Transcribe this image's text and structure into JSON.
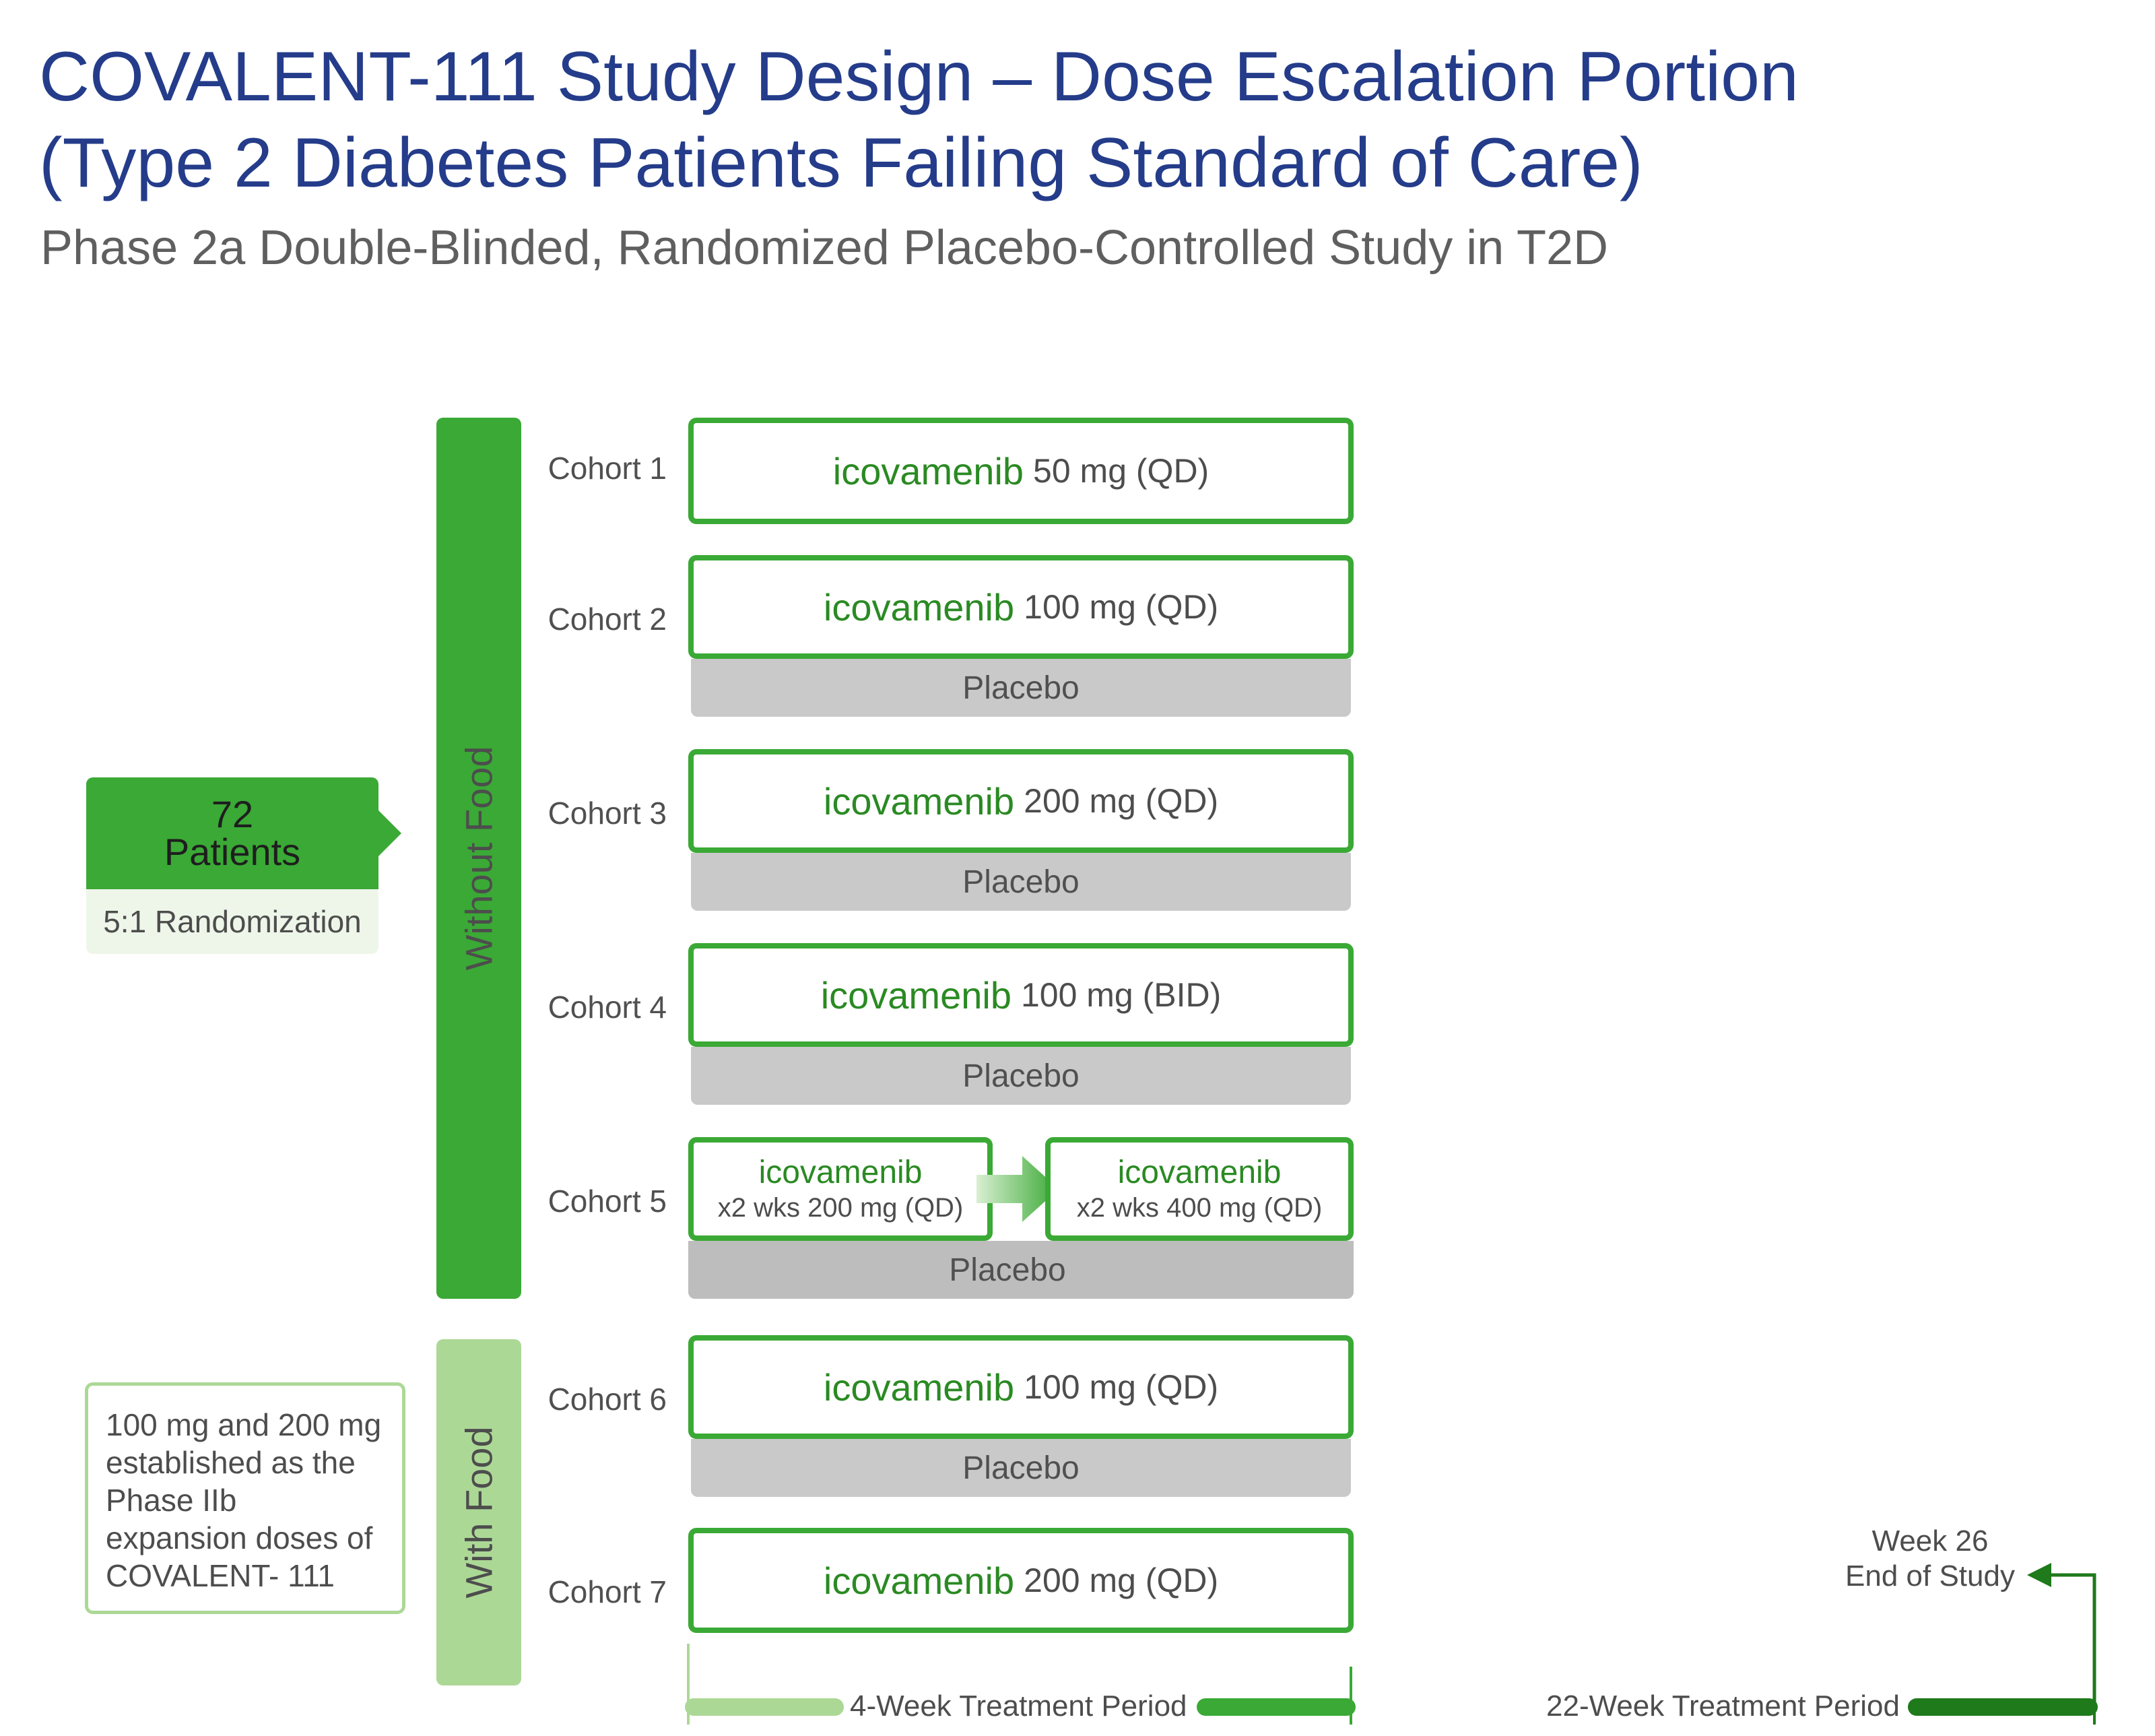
{
  "header": {
    "title_line1": "COVALENT-111 Study Design – Dose Escalation Portion",
    "title_line2": "(Type 2 Diabetes Patients Failing Standard of Care)",
    "subtitle": "Phase 2a Double-Blinded, Randomized Placebo-Controlled Study in T2D"
  },
  "enrollment": {
    "count": "72",
    "count_label": "Patients",
    "randomization": "5:1 Randomization"
  },
  "groups": {
    "without_food": "Without Food",
    "with_food": "With Food"
  },
  "cohorts": [
    {
      "label": "Cohort 1",
      "drug": "icovamenib",
      "dose": "50 mg (QD)",
      "placebo": ""
    },
    {
      "label": "Cohort 2",
      "drug": "icovamenib",
      "dose": "100 mg (QD)",
      "placebo": "Placebo"
    },
    {
      "label": "Cohort 3",
      "drug": "icovamenib",
      "dose": "200 mg (QD)",
      "placebo": "Placebo"
    },
    {
      "label": "Cohort 4",
      "drug": "icovamenib",
      "dose": "100 mg (BID)",
      "placebo": "Placebo"
    },
    {
      "label": "Cohort 5",
      "drug": "icovamenib",
      "dose": "x2 wks 200 mg (QD)",
      "drug_b": "icovamenib",
      "dose_b": "x2 wks 400 mg (QD)",
      "placebo": "Placebo"
    },
    {
      "label": "Cohort 6",
      "drug": "icovamenib",
      "dose": "100 mg (QD)",
      "placebo": "Placebo"
    },
    {
      "label": "Cohort 7",
      "drug": "icovamenib",
      "dose": "200 mg (QD)",
      "placebo": ""
    }
  ],
  "note": "100 mg and 200 mg established as the Phase IIb expansion doses of COVALENT- 111",
  "timeline": {
    "period1": "4-Week Treatment Period",
    "period2": "22-Week Treatment Period",
    "end_week": "Week 26",
    "end_label": "End of Study"
  },
  "colors": {
    "title": "#243c8a",
    "green": "#3aa935",
    "light_green": "#acd896",
    "dark_green": "#1e7a1a",
    "placebo_gray": "#c9c9c9"
  }
}
